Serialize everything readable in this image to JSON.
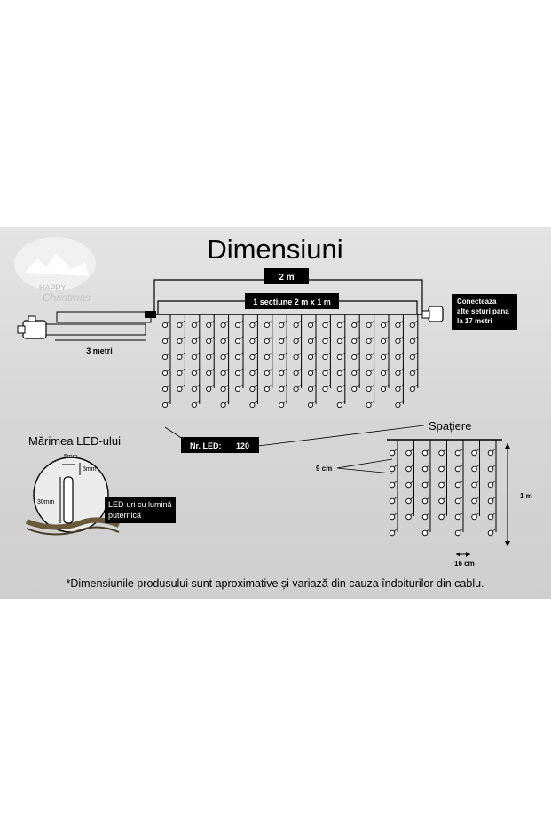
{
  "title": "Dimensiuni",
  "logo": {
    "line1": "HAPPY",
    "line2": "Christmas"
  },
  "width_label": "2 m",
  "section_label": "1 sectiune  2 m x 1 m",
  "connect_note": {
    "line1": "Conecteaza",
    "line2": "alte seturi pana",
    "line3": "la 17 metri"
  },
  "cable_label": "3  metri",
  "led_count_label": "Nr. LED:",
  "led_count_value": "120",
  "led_size": {
    "title": "Mărimea LED-ului",
    "width": "5mm",
    "height": "30mm",
    "depth": "5mm",
    "note_line1": "LED-uri cu lumină",
    "note_line2": "puternică"
  },
  "spacing": {
    "title": "Spațiere",
    "vertical_gap": "9 cm",
    "height": "1 m",
    "horizontal_gap": "16 cm"
  },
  "footnote": "*Dimensiunile produsului sunt aproximative și variază din cauza îndoiturilor din cablu.",
  "colors": {
    "panel": "#d9d9d9",
    "box": "#000000",
    "box_text": "#ffffff",
    "line": "#000000"
  }
}
